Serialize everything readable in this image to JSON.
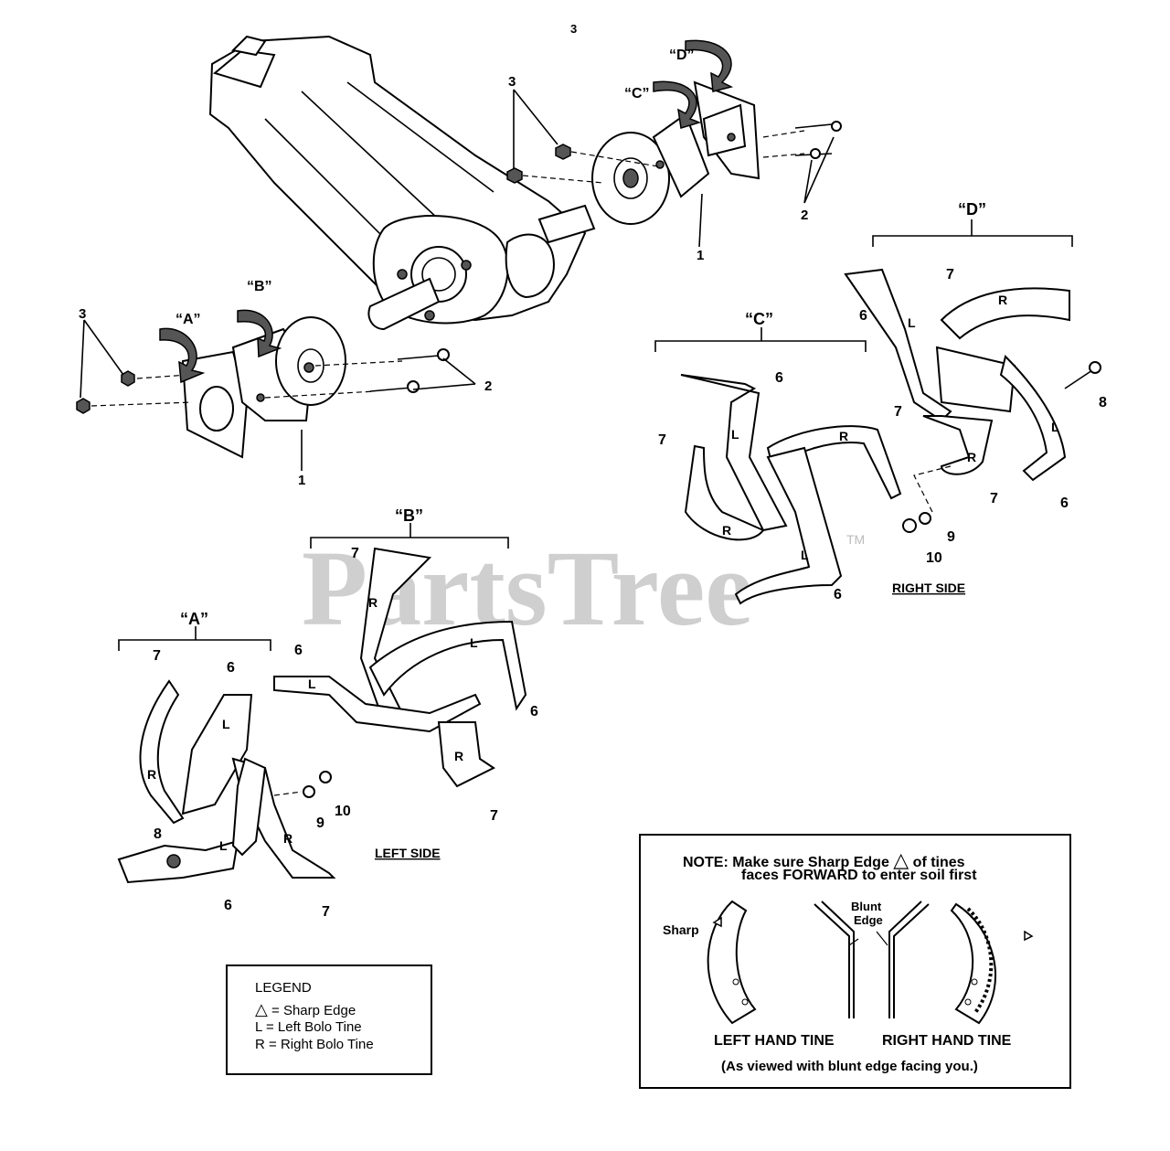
{
  "page_number": "3",
  "watermark": {
    "text": "PartsTree",
    "tm": "TM"
  },
  "groups": {
    "a": "“A”",
    "b": "“B”",
    "c": "“C”",
    "d": "“D”"
  },
  "callouts": {
    "n1": "1",
    "n2": "2",
    "n3": "3",
    "n6": "6",
    "n7": "7",
    "n8": "8",
    "n9": "9",
    "n10": "10",
    "left_bolo": "L",
    "right_bolo": "R"
  },
  "captions": {
    "left_side": "LEFT SIDE",
    "right_side": "RIGHT SIDE"
  },
  "legend": {
    "title": "LEGEND",
    "items": [
      {
        "symbol": "△",
        "text": "= Sharp Edge"
      },
      {
        "symbol": "L",
        "text": "= Left Bolo Tine"
      },
      {
        "symbol": "R",
        "text": "= Right Bolo Tine"
      }
    ]
  },
  "note": {
    "line1": "NOTE:  Make sure Sharp Edge",
    "line1_symbol": "△",
    "line1_end": "of tines",
    "line2": "faces FORWARD to enter soil first",
    "sharp": "Sharp",
    "blunt": "Blunt",
    "edge": "Edge",
    "left_hand": "LEFT HAND TINE",
    "right_hand": "RIGHT HAND TINE",
    "viewed": "(As viewed with blunt edge facing you.)"
  }
}
